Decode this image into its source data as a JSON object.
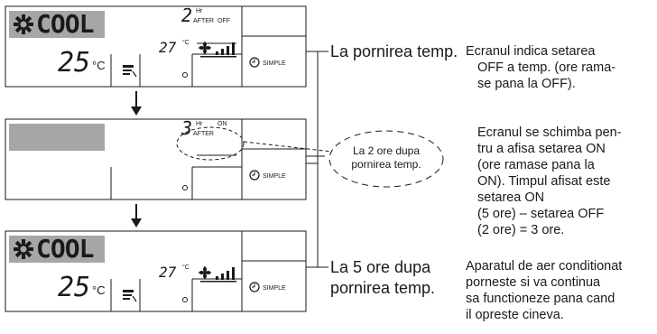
{
  "panels": [
    {
      "mode": "COOL",
      "set_temp": "25",
      "temp_unit": "°C",
      "room_temp": "27",
      "timer_value": "2",
      "timer_hr": "Hr",
      "timer_after": "AFTER",
      "timer_state": "OFF",
      "simple": "SIMPLE"
    },
    {
      "mode": "",
      "set_temp": "",
      "temp_unit": "",
      "room_temp": "",
      "timer_value": "3",
      "timer_hr": "Hr",
      "timer_after": "AFTER",
      "timer_state": "ON",
      "simple": "SIMPLE"
    },
    {
      "mode": "COOL",
      "set_temp": "25",
      "temp_unit": "°C",
      "room_temp": "27",
      "timer_value": "",
      "timer_hr": "",
      "timer_after": "",
      "timer_state": "",
      "simple": "SIMPLE"
    }
  ],
  "bubble": {
    "line1": "La 2 ore dupa",
    "line2": "pornirea temp."
  },
  "labels": {
    "start": "La pornirea temp.",
    "after5_line1": "La 5 ore dupa",
    "after5_line2": "pornirea temp."
  },
  "descriptions": {
    "d1": [
      "Ecranul indica setarea",
      "OFF a temp. (ore rama-",
      "se pana la OFF)."
    ],
    "d2": [
      "Ecranul se schimba pen-",
      "tru a afisa setarea ON",
      "(ore ramase pana la",
      "ON). Timpul afisat este",
      "setarea ON",
      "(5 ore) – setarea OFF",
      "(2 ore) = 3 ore."
    ],
    "d3": [
      "Aparatul de aer conditionat",
      "porneste si va continua",
      "sa functioneze pana cand",
      "il opreste cineva."
    ]
  },
  "colors": {
    "lcd_highlight": "#a6a6a6",
    "line": "#1a1a1a"
  }
}
